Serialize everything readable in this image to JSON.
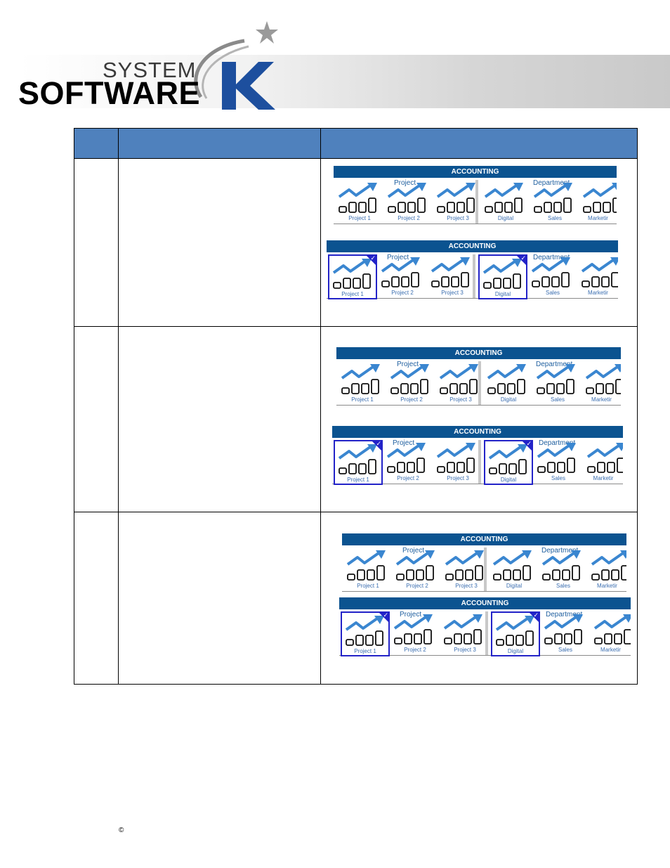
{
  "logo": {
    "system_text": "SYSTEM",
    "software_text": "SOFTWARE",
    "k_text": "K"
  },
  "table": {
    "headers": [
      "",
      "",
      ""
    ]
  },
  "ribbon": {
    "bar_title": "ACCOUNTING",
    "group_project": "Project",
    "group_department": "Department",
    "items": [
      "Project 1",
      "Project 2",
      "Project 3",
      "Digital",
      "Sales",
      "Marketir"
    ]
  },
  "colors": {
    "header_blue": "#4f81bd",
    "ribbon_bar": "#0b5390",
    "chart_arrow": "#3a86d0",
    "selection_border": "#2323c8"
  },
  "footer": {
    "copyright": "©"
  }
}
